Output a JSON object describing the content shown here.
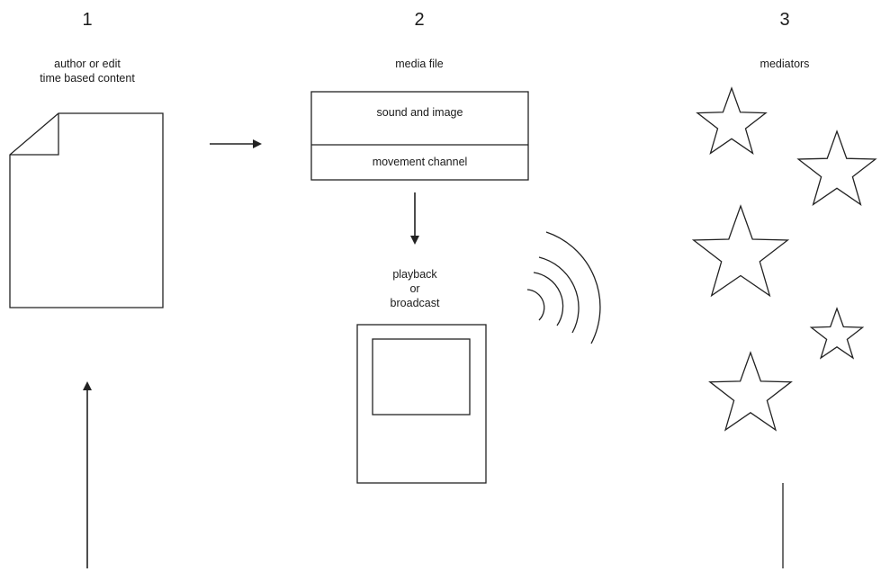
{
  "columns": [
    {
      "number": "1",
      "label_lines": [
        "author or edit",
        "time based content"
      ]
    },
    {
      "number": "2",
      "label_lines": [
        "media file"
      ]
    },
    {
      "number": "3",
      "label_lines": [
        "mediators"
      ]
    }
  ],
  "media_file": {
    "top_section": "sound and image",
    "bottom_section": "movement channel"
  },
  "playback": {
    "label_lines": [
      "playback",
      "or",
      "broadcast"
    ]
  },
  "icons": {
    "document": "document-icon",
    "device": "media-player-icon",
    "signal": "broadcast-waves-icon",
    "mediator": "star-icon"
  },
  "colors": {
    "stroke": "#222222",
    "background": "#ffffff"
  }
}
